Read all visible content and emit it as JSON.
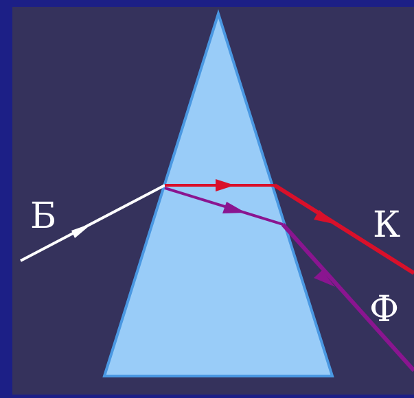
{
  "colors": {
    "frame": "#1c1f86",
    "background": "#35325c",
    "prism_fill": "#99ccf8",
    "prism_edge": "#4a98e2",
    "white_ray": "#ffffff",
    "red_ray": "#d9102a",
    "violet_ray": "#8a1590"
  },
  "labels": {
    "white_light": "Б",
    "red_light": "К",
    "violet_light": "Ф"
  },
  "icons": {
    "arrow": "arrowhead"
  }
}
